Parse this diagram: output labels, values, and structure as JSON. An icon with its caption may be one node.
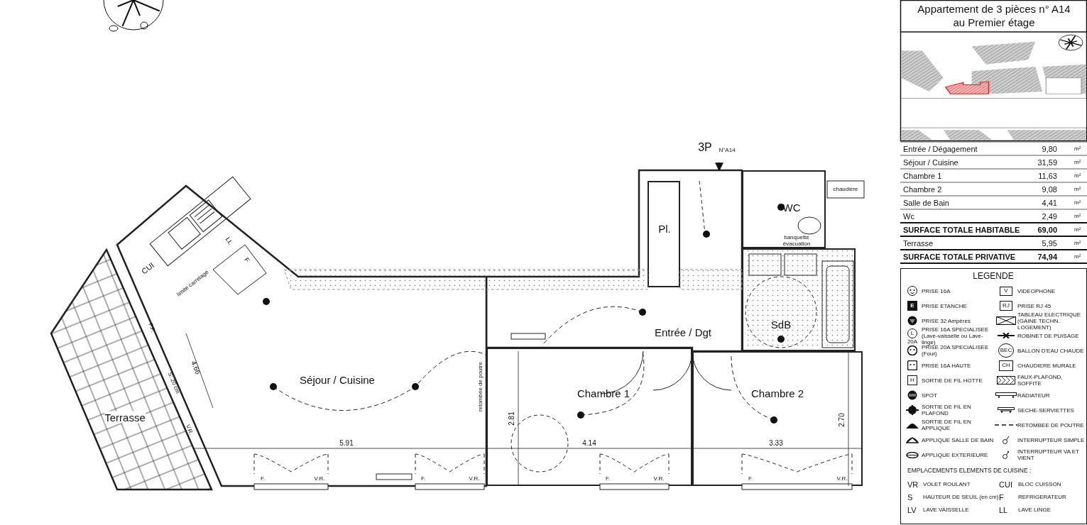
{
  "diagram": {
    "title": "Appartement de 3 pièces n° A14 au Premier étage",
    "nodes": [
      {
        "text": [
          "WC"
        ]
      },
      {
        "text": [
          "Entrée / Dgt"
        ]
      },
      {
        "text": [
          "Pl."
        ],
        "in": 1
      },
      {
        "text": [
          "SdB"
        ]
      },
      {
        "text": [
          "Séjour / Cuisine"
        ]
      },
      {
        "text": [
          "Chambre 1"
        ]
      },
      {
        "text": [
          "Chambre 2"
        ]
      },
      {
        "text": [
          "Terrasse"
        ]
      }
    ],
    "edges": [
      {
        "from": null,
        "to": 1,
        "arrow": "to"
      }
    ],
    "labels": [
      "3P",
      "N°A14",
      "chaudière",
      "LL",
      "F",
      "CUI",
      "limite carrelage",
      "banquette évacuation",
      "P.F.",
      "4.66",
      "S: 20 cm",
      "retombée de poutre",
      "V.R.",
      "2.81",
      "2.70",
      "5.91",
      "4.14",
      "3.33",
      "F.",
      "V.R.",
      "F.",
      "V.R.",
      "F.",
      "V.R.",
      "F.",
      "V.R.",
      "Entrée / Dégagement",
      "9,80",
      "m²",
      "Séjour / Cuisine",
      "31,59",
      "m²",
      "Chambre 1",
      "11,63",
      "m²",
      "Chambre 2",
      "9,08",
      "m²",
      "Salle de Bain",
      "4,41",
      "m²",
      "Wc",
      "2,49",
      "m²",
      "SURFACE TOTALE HABITABLE",
      "69,00",
      "m²",
      "Terrasse",
      "5,95",
      "m²",
      "SURFACE TOTALE PRIVATIVE",
      "74,94",
      "m²",
      "LEGENDE",
      "E",
      "L",
      "20A",
      "H",
      "V",
      "RJ",
      "BEC",
      "CH",
      "EMPLACEMENTS ELEMENTS DE CUISINE :",
      "VR",
      "VOLET ROULANT",
      "CUI",
      "BLOC CUISSON",
      "S",
      "HAUTEUR DE SEUIL (en cm)",
      "F",
      "REFRIGERATEUR",
      "LV",
      "LAVE VAISSELLE",
      "LL",
      "LAVE LINGE"
    ],
    "legend": [
      {
        "text": "PRISE 16A"
      },
      {
        "text": "PRISE ETANCHE"
      },
      {
        "text": "PRISE 32 Ampères"
      },
      {
        "text": "PRISE 16A SPECIALISEE (Lave-vaisselle ou Lave-linge)"
      },
      {
        "text": "PRISE 20A SPECIALISEE (Four)"
      },
      {
        "text": "PRISE 16A HAUTE"
      },
      {
        "text": "SORTIE DE FIL HOTTE"
      },
      {
        "text": "SPOT"
      },
      {
        "text": "SORTIE DE FIL EN PLAFOND"
      },
      {
        "text": "SORTIE DE FIL EN APPLIQUE"
      },
      {
        "text": "APPLIQUE SALLE DE BAIN"
      },
      {
        "text": "APPLIQUE EXTERIEURE"
      },
      {
        "text": "VIDEOPHONE"
      },
      {
        "text": "PRISE RJ 45"
      },
      {
        "text": "TABLEAU ELECTRIQUE (GAINE TECHN. LOGEMENT)"
      },
      {
        "text": "ROBINET DE PUISAGE"
      },
      {
        "text": "BALLON D'EAU CHAUDE"
      },
      {
        "text": "CHAUDIERE MURALE"
      },
      {
        "text": "FAUX-PLAFOND, SOFFITE"
      },
      {
        "text": "RADIATEUR"
      },
      {
        "text": "SECHE-SERVIETTES"
      },
      {
        "text": "RETOMBEE DE POUTRE"
      },
      {
        "text": "INTERRUPTEUR SIMPLE"
      },
      {
        "text": "INTERRUPTEUR VA ET VIENT"
      }
    ]
  }
}
